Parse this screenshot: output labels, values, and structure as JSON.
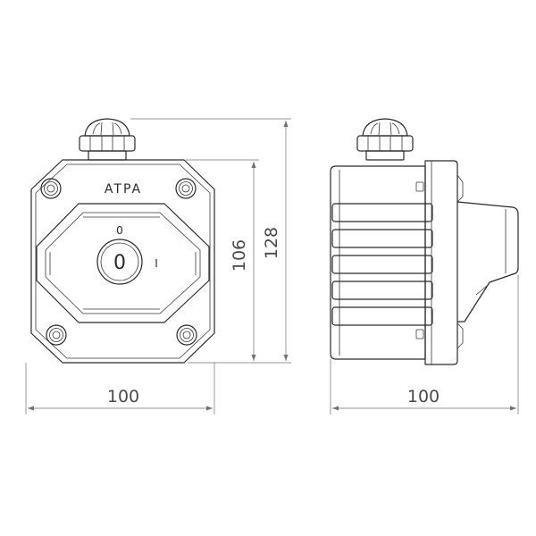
{
  "front_view": {
    "brand_label": "ATPA",
    "position_off": "0",
    "position_on": "I",
    "knob_label": "0"
  },
  "dimensions": {
    "front_width": "100",
    "front_height": "106",
    "overall_height": "128",
    "side_depth": "100"
  },
  "colors": {
    "line": "#2a2a2a",
    "dimension_line": "#707070",
    "background": "#ffffff"
  }
}
